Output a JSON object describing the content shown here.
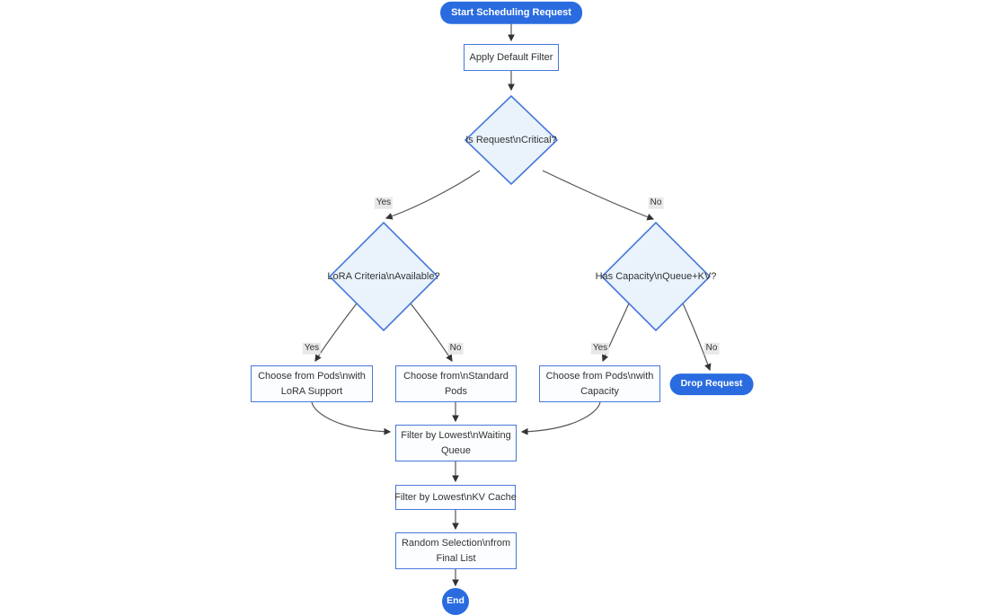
{
  "colors": {
    "canvas-bg": "#ffffff",
    "accent-blue": "#2a6ce0",
    "node-border": "#4678d9",
    "diamond-fill": "#eaf2fc",
    "rect-fill": "#fcfdff",
    "node-text": "#333333",
    "pill-text": "#ffffff",
    "edge-line": "#555555",
    "arrow": "#333333",
    "edge-label-bg": "#e8e8e8",
    "edge-label-text": "#333333"
  },
  "diagram": {
    "type": "flowchart",
    "nodes": {
      "start": {
        "label": "Start Scheduling Request",
        "shape": "pill"
      },
      "apply_filter": {
        "label": "Apply Default Filter",
        "shape": "rect"
      },
      "is_critical": {
        "label": "Is Request\\nCritical?",
        "shape": "diamond"
      },
      "lora_criteria": {
        "label": "LoRA Criteria\\nAvailable?",
        "shape": "diamond"
      },
      "has_capacity": {
        "label": "Has Capacity\\nQueue+KV?",
        "shape": "diamond"
      },
      "choose_lora_pods": {
        "label": "Choose from Pods\\nwith LoRA Support",
        "shape": "rect"
      },
      "choose_standard_pods": {
        "label": "Choose from\\nStandard Pods",
        "shape": "rect"
      },
      "choose_capacity_pods": {
        "label": "Choose from Pods\\nwith Capacity",
        "shape": "rect"
      },
      "drop_request": {
        "label": "Drop Request",
        "shape": "pill"
      },
      "filter_waiting_queue": {
        "label": "Filter by Lowest\\nWaiting Queue",
        "shape": "rect"
      },
      "filter_kv_cache": {
        "label": "Filter by Lowest\\nKV Cache",
        "shape": "rect"
      },
      "random_selection": {
        "label": "Random Selection\\nfrom Final List",
        "shape": "rect"
      },
      "end": {
        "label": "End",
        "shape": "circle"
      }
    },
    "edge_labels": {
      "critical_yes": "Yes",
      "critical_no": "No",
      "lora_yes": "Yes",
      "lora_no": "No",
      "capacity_yes": "Yes",
      "capacity_no": "No"
    }
  }
}
